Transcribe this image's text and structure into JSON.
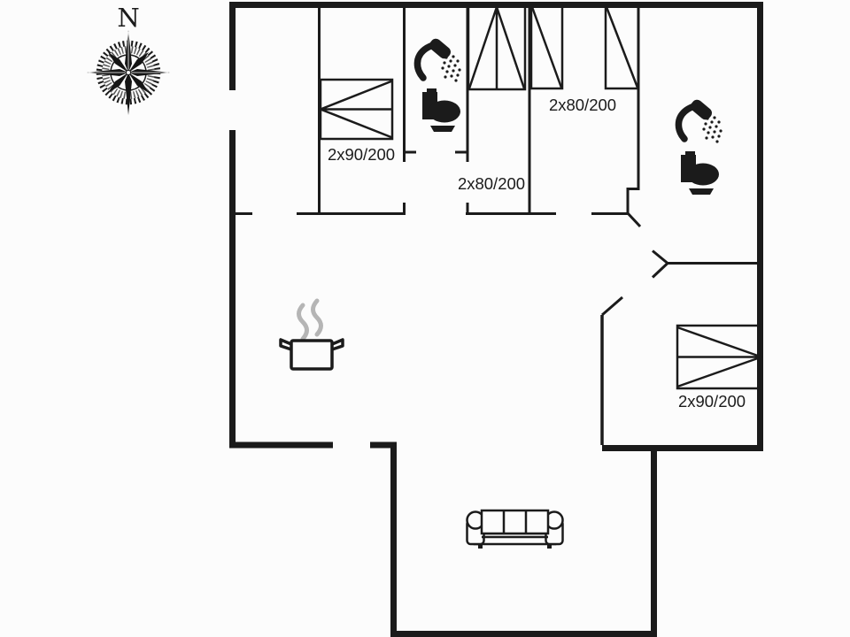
{
  "title": "holiday-home-floor-plan",
  "colors": {
    "background": "#fcfcfc",
    "line": "#1b1b1b",
    "steam": "#b5b5b5"
  },
  "compass": {
    "label": "N",
    "meaning": "north-indicator"
  },
  "labels": {
    "bedroom_left_bed": "2x90/200",
    "bedroom_middle_bed": "2x80/200",
    "bedroom_top_beds": "2x80/200",
    "bedroom_right_bed": "2x90/200"
  },
  "fixtures": [
    "compass-rose",
    "double-bed-left",
    "double-bed-middle-top",
    "single-bed-top-1",
    "single-bed-top-2",
    "double-bed-right",
    "shower-bathroom-1",
    "toilet-bathroom-1",
    "shower-bathroom-2",
    "toilet-bathroom-2",
    "cooking-pot-kitchen",
    "sofa-living-room"
  ]
}
